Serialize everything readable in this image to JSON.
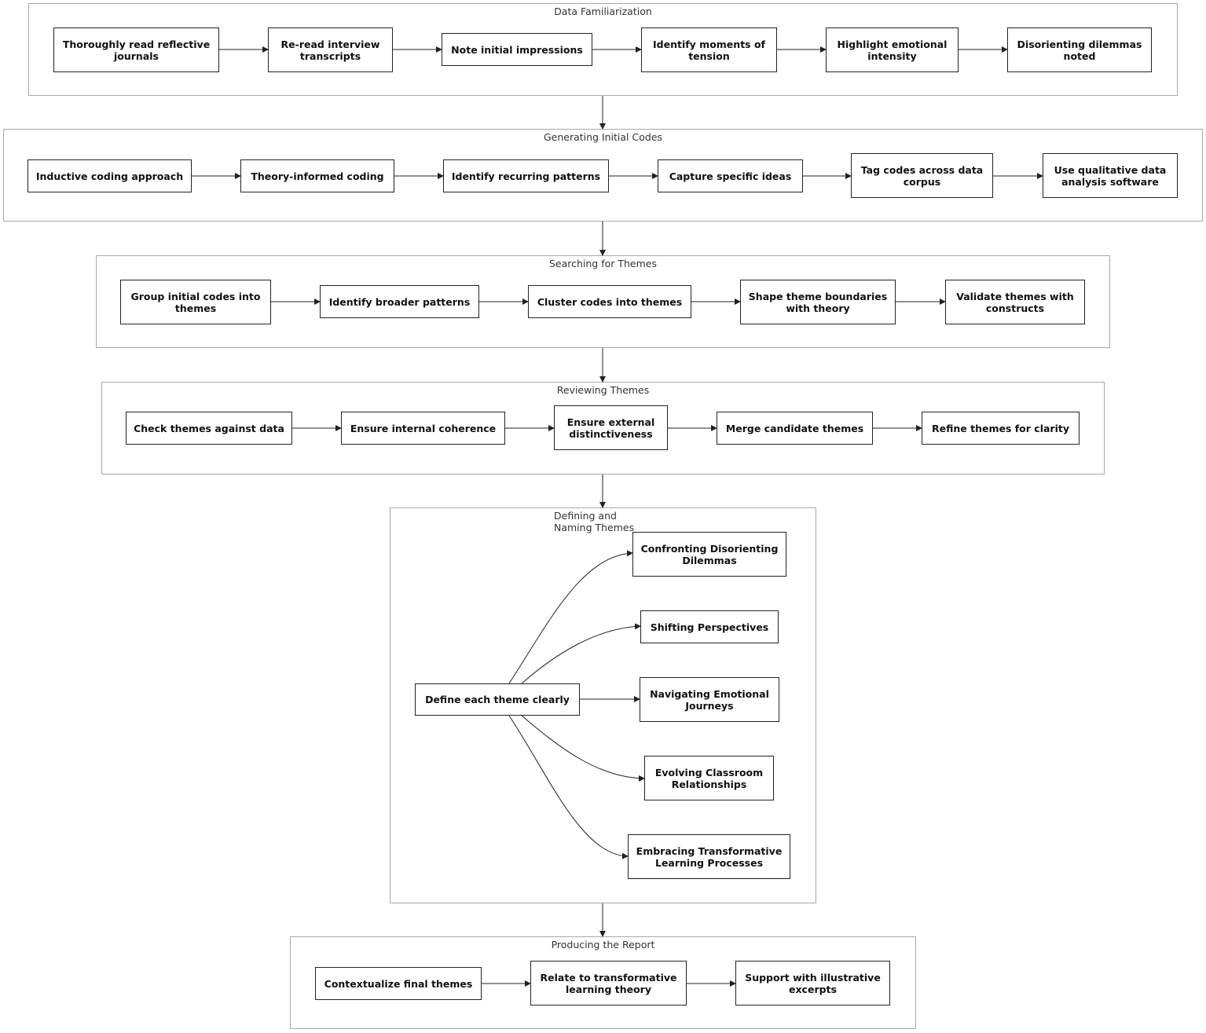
{
  "stages": [
    {
      "title": "Data Familiarization",
      "steps": [
        "Thoroughly read reflective journals",
        "Re-read interview transcripts",
        "Note initial impressions",
        "Identify moments of tension",
        "Highlight emotional intensity",
        "Disorienting dilemmas noted"
      ]
    },
    {
      "title": "Generating Initial Codes",
      "steps": [
        "Inductive coding approach",
        "Theory-informed coding",
        "Identify recurring patterns",
        "Capture specific ideas",
        "Tag codes across data corpus",
        "Use qualitative data analysis software"
      ]
    },
    {
      "title": "Searching for Themes",
      "steps": [
        "Group initial codes into themes",
        "Identify broader patterns",
        "Cluster codes into themes",
        "Shape theme boundaries with theory",
        "Validate themes with constructs"
      ]
    },
    {
      "title": "Reviewing Themes",
      "steps": [
        "Check themes against data",
        "Ensure internal coherence",
        "Ensure external distinctiveness",
        "Merge candidate themes",
        "Refine themes for clarity"
      ]
    },
    {
      "title": "Defining and Naming Themes",
      "root": "Define each theme clearly",
      "themes": [
        "Confronting Disorienting Dilemmas",
        "Shifting Perspectives",
        "Navigating Emotional Journeys",
        "Evolving Classroom Relationships",
        "Embracing Transformative Learning Processes"
      ]
    },
    {
      "title": "Producing the Report",
      "steps": [
        "Contextualize final themes",
        "Relate to transformative learning theory",
        "Support with illustrative excerpts"
      ]
    }
  ]
}
